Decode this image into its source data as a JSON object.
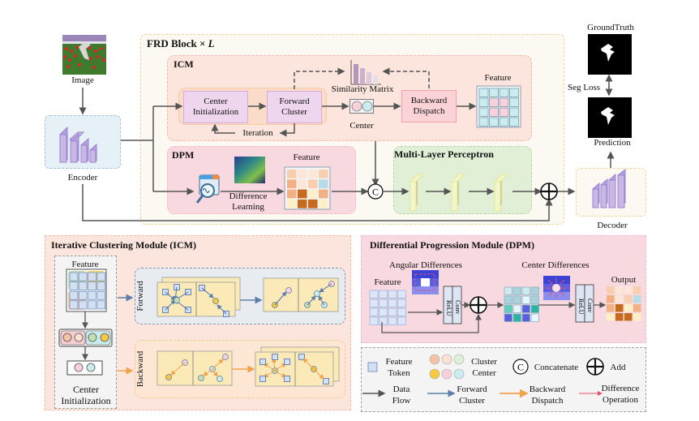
{
  "top": {
    "image_label": "Image",
    "encoder_label": "Encoder",
    "frd_title": "FRD Block × ",
    "frd_title_var": "L",
    "icm": {
      "title": "ICM",
      "center_init": [
        "Center",
        "Initialization"
      ],
      "forward_cluster": [
        "Forward",
        "Cluster"
      ],
      "iteration": "Iteration",
      "similarity_matrix": "Similarity Matrix",
      "center": "Center",
      "backward_dispatch": [
        "Backward",
        "Dispatch"
      ],
      "feature": "Feature"
    },
    "dpm": {
      "title": "DPM",
      "difference_learning": [
        "Difference",
        "Learning"
      ],
      "feature": "Feature"
    },
    "mlp_title": "Multi-Layer Perceptron",
    "concat_symbol": "C",
    "ground_truth": "GroundTruth",
    "seg_loss": "Seg Loss",
    "prediction": "Prediction",
    "decoder_label": "Decoder"
  },
  "icm_detail": {
    "title": "Iterative Clustering Module (ICM)",
    "feature": "Feature",
    "center_init": [
      "Center",
      "Initialization"
    ],
    "forward": "Forward",
    "backward": "Backward"
  },
  "dpm_detail": {
    "title": "Differential Progression Module (DPM)",
    "angular": "Angular Differences",
    "center_diff": "Center Differences",
    "feature": "Feature",
    "output": "Output",
    "conv": "Conv",
    "relu": "ReLU"
  },
  "legend": {
    "feature_token": [
      "Feature",
      "Token"
    ],
    "cluster_center": [
      "Cluster",
      "Center"
    ],
    "concatenate": "Concatenate",
    "add": "Add",
    "data_flow": [
      "Data",
      "Flow"
    ],
    "forward_cluster": [
      "Forward",
      "Cluster"
    ],
    "backward_dispatch": [
      "Backward",
      "Dispatch"
    ],
    "difference_operation": [
      "Difference",
      "Operation"
    ]
  },
  "colors": {
    "frd_bg": "#fcf9f3",
    "frd_border": "#f1d49b",
    "icm_bg": "#fbe5dc",
    "icm_border": "#f3b9a1",
    "dpm_bg": "#f9d9e0",
    "mlp_bg": "#e0efd6",
    "encoder_bg": "#e6f0f7",
    "purple_box": "#eed6ef",
    "pink_box": "#fbd3d7",
    "forward_arrow": "#5d7fa8",
    "backward_arrow": "#f3a24c",
    "difference_arrow": "#e8506a",
    "data_flow": "#555555"
  }
}
